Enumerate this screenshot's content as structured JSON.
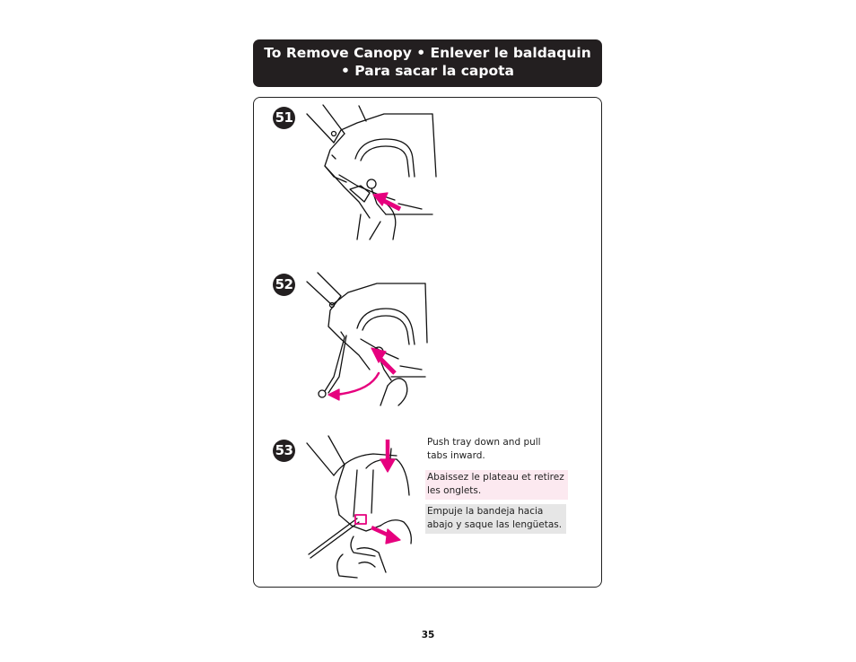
{
  "header": {
    "line1": "To Remove Canopy  •  Enlever le baldaquin",
    "line2": "•  Para sacar la capota"
  },
  "steps": [
    {
      "number": "51"
    },
    {
      "number": "52"
    },
    {
      "number": "53",
      "text_en": "Push tray down and pull tabs inward.",
      "text_fr": "Abaissez le plateau et retirez les onglets.",
      "text_es": "Empuje la bandeja hacia abajo y saque las lengüetas."
    }
  ],
  "page_number": "35",
  "colors": {
    "header_bg": "#231f20",
    "arrow": "#e6007e",
    "french_bg": "#fce9f0",
    "spanish_bg": "#e6e6e6"
  }
}
